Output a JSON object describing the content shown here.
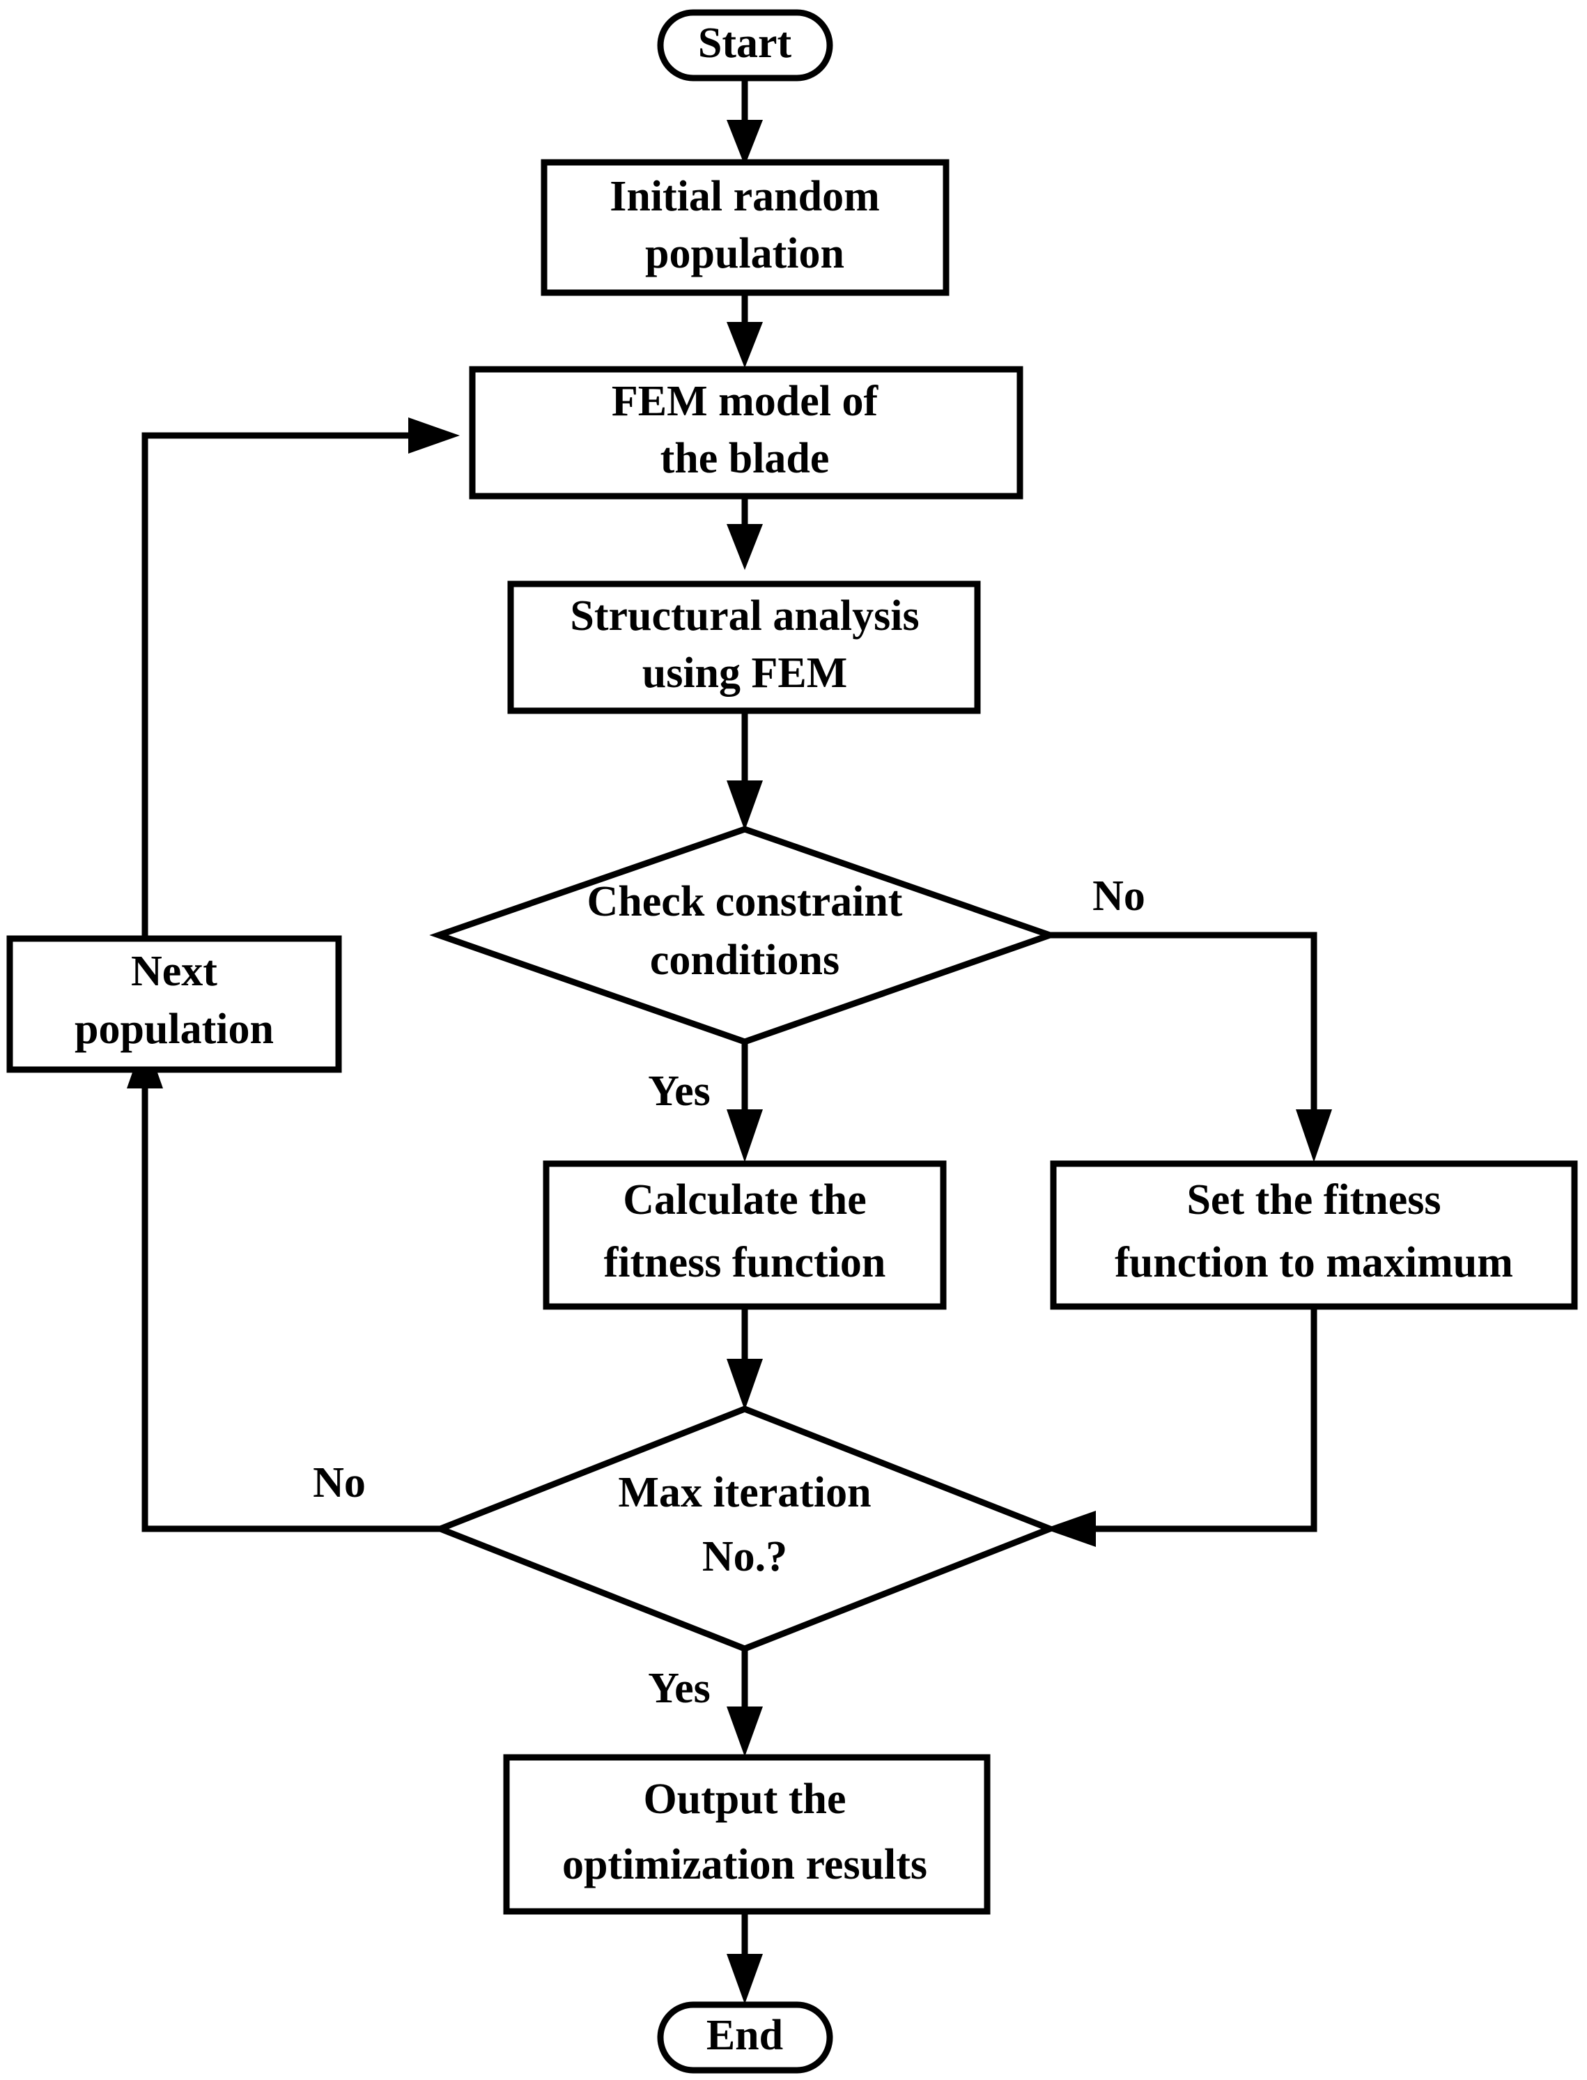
{
  "diagram": {
    "type": "flowchart",
    "title": "Genetic algorithm blade structural optimization flowchart",
    "background_color": "#ffffff",
    "line_color": "#000000",
    "text_color": "#000000",
    "nodes": [
      {
        "id": "start",
        "shape": "terminator",
        "label": "Start",
        "lines": [
          "Start"
        ]
      },
      {
        "id": "initial_population",
        "shape": "process",
        "label": "Initial random population",
        "lines": [
          "Initial random",
          "population"
        ]
      },
      {
        "id": "fem_model",
        "shape": "process",
        "label": "FEM model of the blade",
        "lines": [
          "FEM model of",
          "the blade"
        ]
      },
      {
        "id": "structural_analysis",
        "shape": "process",
        "label": "Structural analysis using FEM",
        "lines": [
          "Structural analysis",
          "using FEM"
        ]
      },
      {
        "id": "check_constraints",
        "shape": "decision",
        "label": "Check constraint conditions",
        "lines": [
          "Check constraint",
          "conditions"
        ]
      },
      {
        "id": "next_population",
        "shape": "process",
        "label": "Next population",
        "lines": [
          "Next",
          "population"
        ]
      },
      {
        "id": "calculate_fitness",
        "shape": "process",
        "label": "Calculate the fitness function",
        "lines": [
          "Calculate the",
          "fitness function"
        ]
      },
      {
        "id": "set_fitness_max",
        "shape": "process",
        "label": "Set the fitness function to maximum",
        "lines": [
          "Set the fitness",
          "function to maximum"
        ]
      },
      {
        "id": "max_iteration",
        "shape": "decision",
        "label": "Max iteration No.?",
        "lines": [
          "Max iteration",
          "No.?"
        ]
      },
      {
        "id": "output_results",
        "shape": "process",
        "label": "Output the optimization results",
        "lines": [
          "Output the",
          "optimization results"
        ]
      },
      {
        "id": "end",
        "shape": "terminator",
        "label": "End",
        "lines": [
          "End"
        ]
      }
    ],
    "edges": [
      {
        "id": "e1",
        "from": "start",
        "to": "initial_population",
        "label": ""
      },
      {
        "id": "e2",
        "from": "initial_population",
        "to": "fem_model",
        "label": ""
      },
      {
        "id": "e3",
        "from": "fem_model",
        "to": "structural_analysis",
        "label": ""
      },
      {
        "id": "e4",
        "from": "structural_analysis",
        "to": "check_constraints",
        "label": ""
      },
      {
        "id": "e5",
        "from": "check_constraints",
        "to": "calculate_fitness",
        "label": "Yes"
      },
      {
        "id": "e6",
        "from": "check_constraints",
        "to": "set_fitness_max",
        "label": "No"
      },
      {
        "id": "e7",
        "from": "calculate_fitness",
        "to": "max_iteration",
        "label": ""
      },
      {
        "id": "e8",
        "from": "set_fitness_max",
        "to": "max_iteration",
        "label": ""
      },
      {
        "id": "e9",
        "from": "max_iteration",
        "to": "next_population",
        "label": "No"
      },
      {
        "id": "e10",
        "from": "next_population",
        "to": "fem_model",
        "label": ""
      },
      {
        "id": "e11",
        "from": "max_iteration",
        "to": "output_results",
        "label": "Yes"
      },
      {
        "id": "e12",
        "from": "output_results",
        "to": "end",
        "label": ""
      }
    ],
    "edge_labels": {
      "check_yes": "Yes",
      "check_no": "No",
      "iter_no": "No",
      "iter_yes": "Yes"
    }
  }
}
